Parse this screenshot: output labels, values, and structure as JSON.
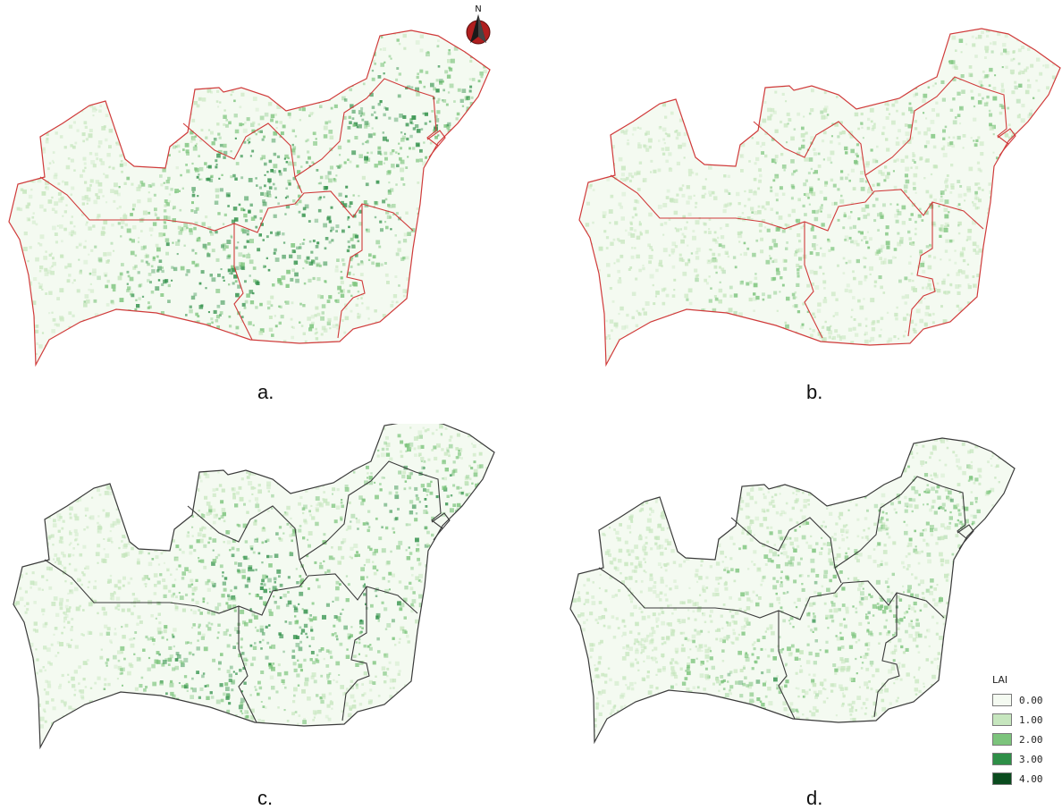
{
  "panels": [
    {
      "caption": "a.",
      "boundary_color": "#d03a3a",
      "intensity": 1.0
    },
    {
      "caption": "b.",
      "boundary_color": "#d03a3a",
      "intensity": 0.65
    },
    {
      "caption": "c.",
      "boundary_color": "#3a3a3a",
      "intensity": 0.9
    },
    {
      "caption": "d.",
      "boundary_color": "#3a3a3a",
      "intensity": 0.7
    }
  ],
  "north_arrow": {
    "label": "N"
  },
  "legend": {
    "title": "LAI",
    "items": [
      {
        "label": "0.00",
        "color": "#f4faf1"
      },
      {
        "label": "1.00",
        "color": "#c6e6be"
      },
      {
        "label": "2.00",
        "color": "#7cc47c"
      },
      {
        "label": "3.00",
        "color": "#2e8f47"
      },
      {
        "label": "4.00",
        "color": "#0a4b1e"
      }
    ]
  }
}
